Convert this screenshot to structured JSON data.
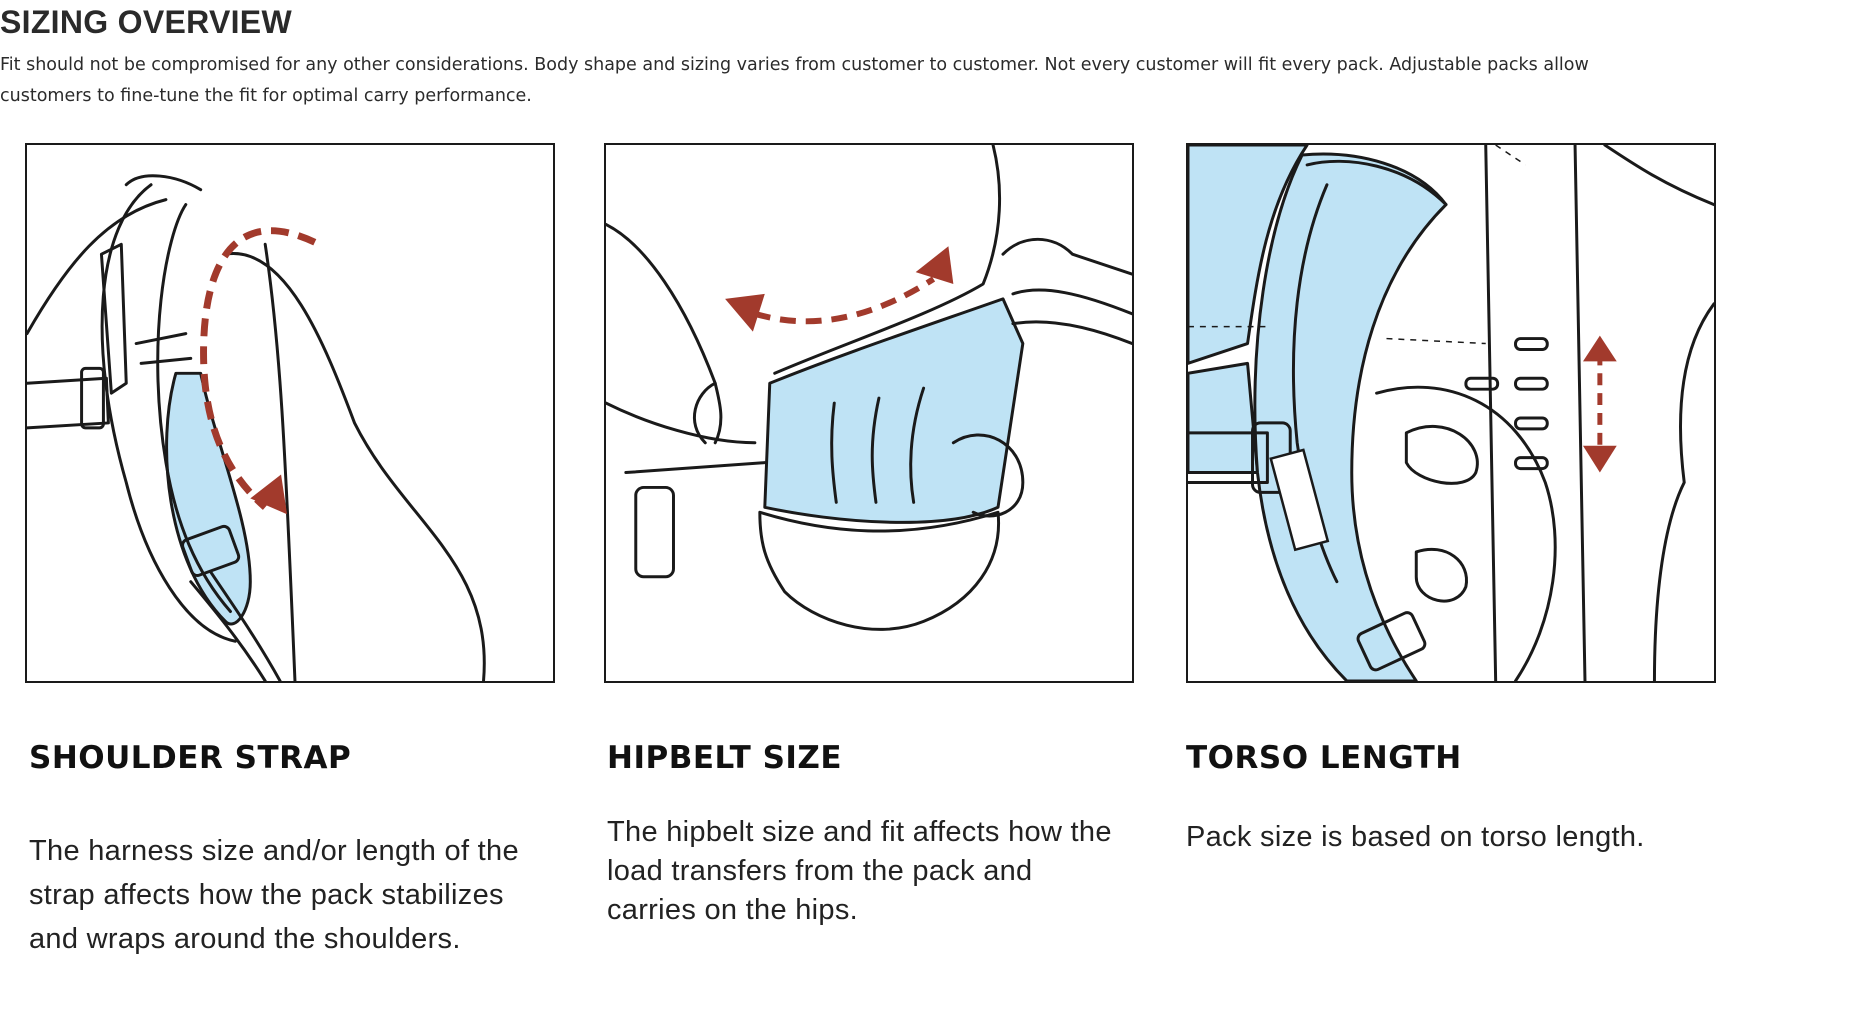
{
  "header": {
    "title": "SIZING OVERVIEW",
    "intro": "Fit should not be compromised for any other considerations. Body shape and sizing varies from customer to customer. Not every customer will fit every pack. Adjustable packs allow customers to fine-tune the fit for optimal carry performance."
  },
  "columns": [
    {
      "title": "SHOULDER STRAP",
      "text": "The harness size and/or length of the strap affects how the pack stabilizes and wraps around the shoulders.",
      "illustration_icon": "shoulder-strap-illustration"
    },
    {
      "title": "HIPBELT SIZE",
      "text": "The hipbelt size and fit affects how the load transfers from the pack and carries on the hips.",
      "illustration_icon": "hipbelt-illustration"
    },
    {
      "title": "TORSO LENGTH",
      "text": "Pack size is based on torso length.",
      "illustration_icon": "torso-length-illustration"
    }
  ],
  "colors": {
    "accent_blue": "#bfe3f5",
    "arrow_red": "#a23a2c",
    "ink": "#1a1a1a"
  }
}
